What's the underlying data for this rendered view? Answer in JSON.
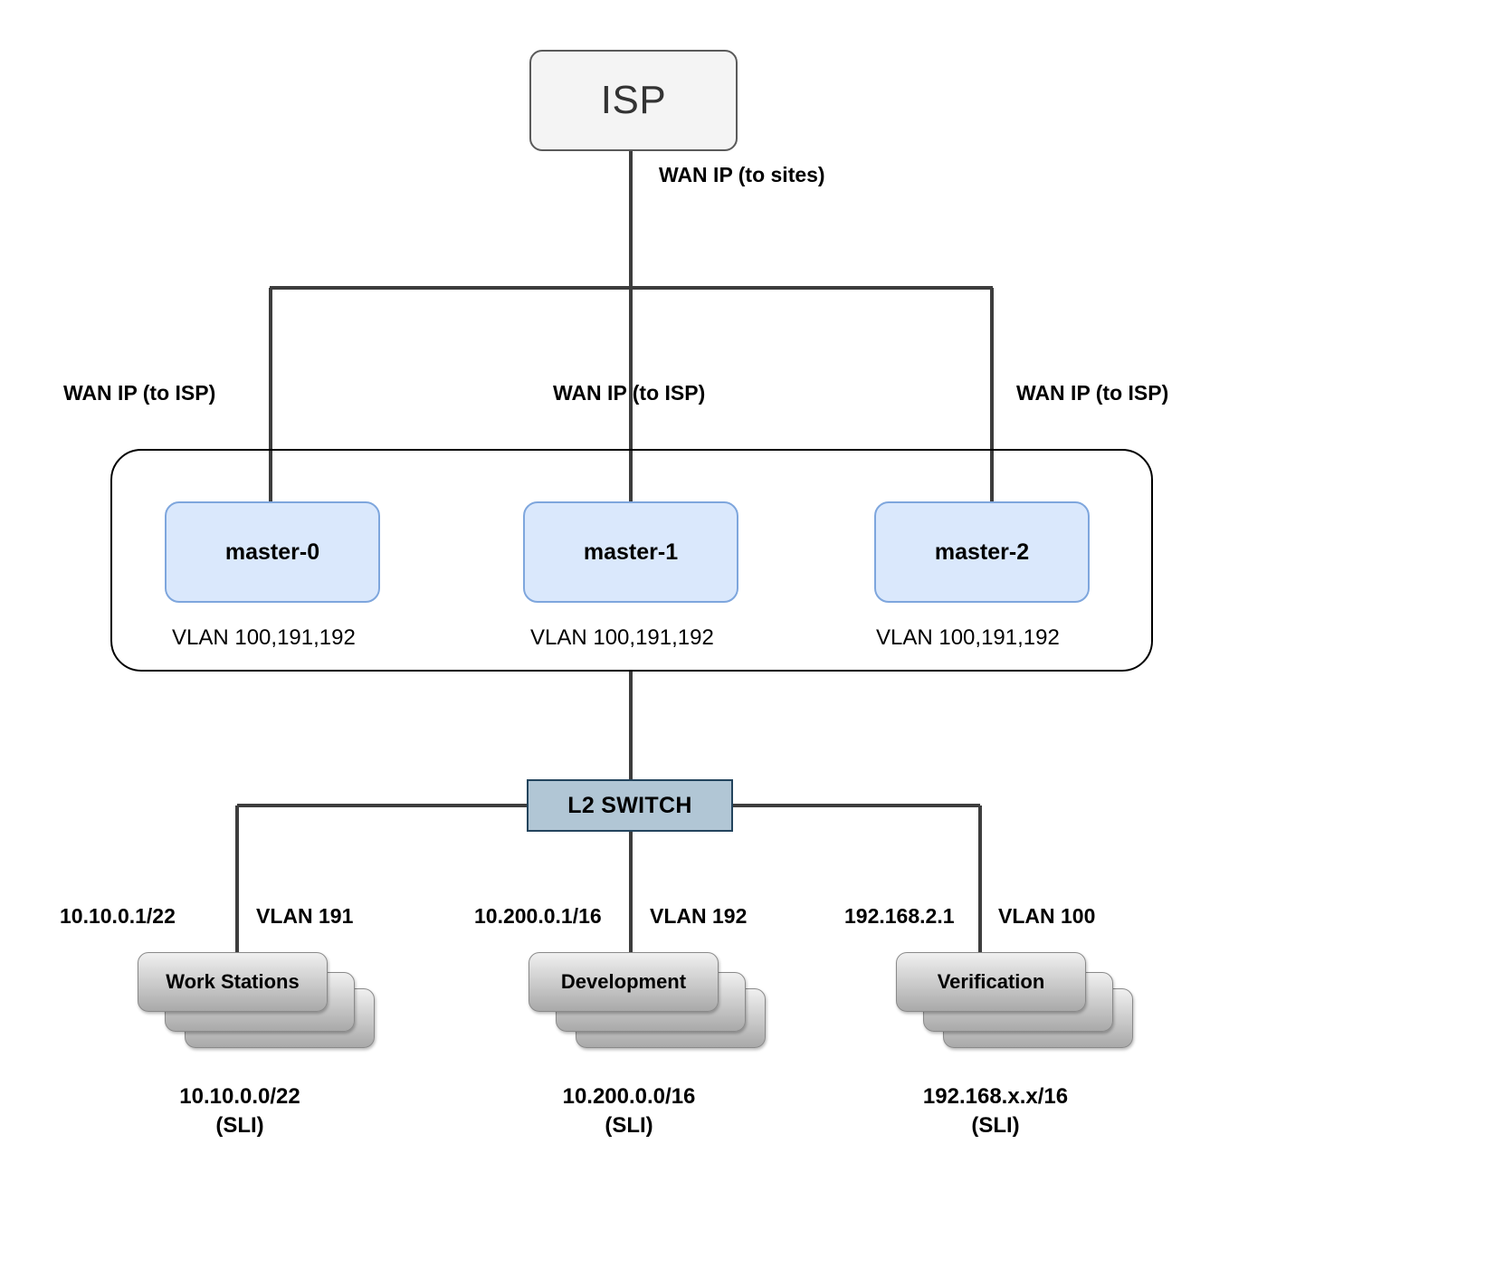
{
  "diagram": {
    "title": "Network topology: ISP to master cluster to L2 switch to VLAN host groups",
    "colors": {
      "wire": "#3d3d3d",
      "frame_border": "#000000",
      "isp_fill": "#f4f4f4",
      "isp_border": "#5a5a5a",
      "master_fill": "#dae8fc",
      "master_border": "#7ea6dd",
      "switch_fill": "#b1c6d5",
      "switch_border": "#23445d",
      "stack_border": "#8a8a8a",
      "background": "#ffffff"
    }
  },
  "isp": {
    "label": "ISP",
    "uplink_label": "WAN IP (to sites)"
  },
  "cluster": {
    "wan_labels": [
      "WAN IP (to ISP)",
      "WAN IP (to ISP)",
      "WAN IP (to ISP)"
    ],
    "masters": [
      {
        "label": "master-0",
        "vlans": "VLAN 100,191,192"
      },
      {
        "label": "master-1",
        "vlans": "VLAN 100,191,192"
      },
      {
        "label": "master-2",
        "vlans": "VLAN 100,191,192"
      }
    ]
  },
  "switch": {
    "label": "L2 SWITCH"
  },
  "segments": [
    {
      "gateway_ip": "10.10.0.1/22",
      "vlan": "VLAN 191",
      "name": "Work Stations",
      "subnet": "10.10.0.0/22",
      "subnet_note": "(SLI)"
    },
    {
      "gateway_ip": "10.200.0.1/16",
      "vlan": "VLAN 192",
      "name": "Development",
      "subnet": "10.200.0.0/16",
      "subnet_note": "(SLI)"
    },
    {
      "gateway_ip": "192.168.2.1",
      "vlan": "VLAN 100",
      "name": "Verification",
      "subnet": "192.168.x.x/16",
      "subnet_note": "(SLI)"
    }
  ]
}
